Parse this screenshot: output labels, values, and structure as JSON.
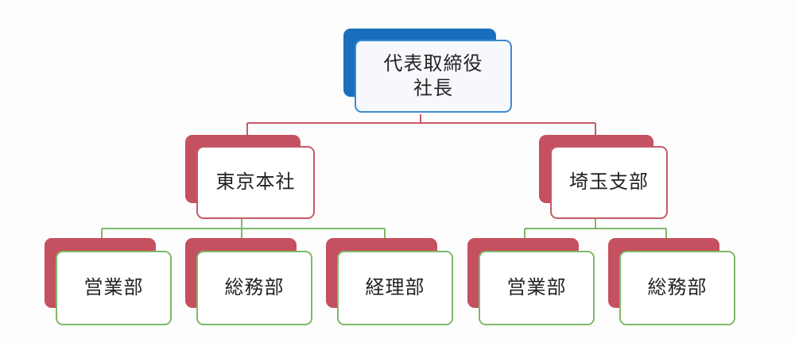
{
  "org_chart": {
    "root": {
      "label": "代表取締役\n社長"
    },
    "branches": [
      {
        "label": "東京本社",
        "children": [
          "営業部",
          "総務部",
          "経理部"
        ]
      },
      {
        "label": "埼玉支部",
        "children": [
          "営業部",
          "総務部"
        ]
      }
    ]
  },
  "colors": {
    "root_fill": "#1a6fbd",
    "root_border": "#3d8ad1",
    "branch_fill": "#c5505f",
    "branch_border": "#c65a67",
    "leaf_border": "#7fb86a",
    "root_connector": "#c65a67",
    "leaf_connector": "#7fb86a"
  }
}
